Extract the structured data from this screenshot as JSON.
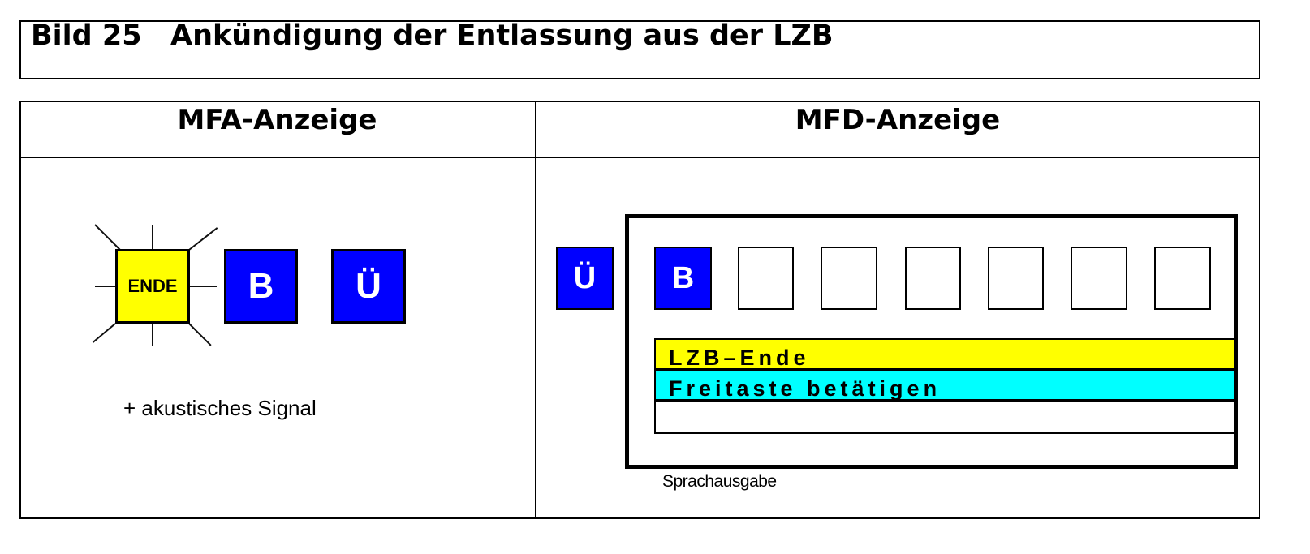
{
  "title": {
    "number": "Bild 25",
    "text": "Ankündigung der Entlassung aus der LZB"
  },
  "columns": [
    "MFA-Anzeige",
    "MFD-Anzeige"
  ],
  "mfa": {
    "ende_label": "ENDE",
    "b_label": "B",
    "u_label": "Ü",
    "note": "+ akustisches Signal"
  },
  "mfd": {
    "u_label": "Ü",
    "b_label": "B",
    "line1": "LZB–Ende",
    "line2": "Freitaste betätigen",
    "line3": "",
    "caption": "Sprachausgabe"
  },
  "colors": {
    "yellow": "#ffff00",
    "blue": "#0000ff",
    "cyan": "#00ffff"
  }
}
